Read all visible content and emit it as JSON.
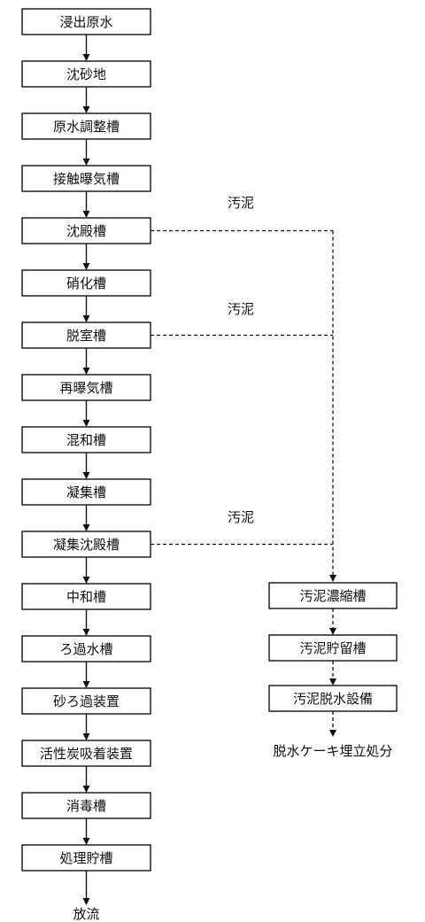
{
  "main_flow": [
    "浸出原水",
    "沈砂地",
    "原水調整槽",
    "接触曝気槽",
    "沈殿槽",
    "硝化槽",
    "脱室槽",
    "再曝気槽",
    "混和槽",
    "凝集槽",
    "凝集沈殿槽",
    "中和槽",
    "ろ過水槽",
    "砂ろ過装置",
    "活性炭吸着装置",
    "消毒槽",
    "処理貯槽"
  ],
  "main_output": "放流",
  "sludge_flow": [
    "汚泥濃縮槽",
    "汚泥貯留槽",
    "汚泥脱水設備"
  ],
  "sludge_output": "脱水ケーキ埋立処分",
  "sludge_labels": [
    "汚泥",
    "汚泥",
    "汚泥"
  ],
  "colors": {
    "line": "#111111",
    "box_fill": "#ffffff",
    "background": "#ffffff"
  }
}
